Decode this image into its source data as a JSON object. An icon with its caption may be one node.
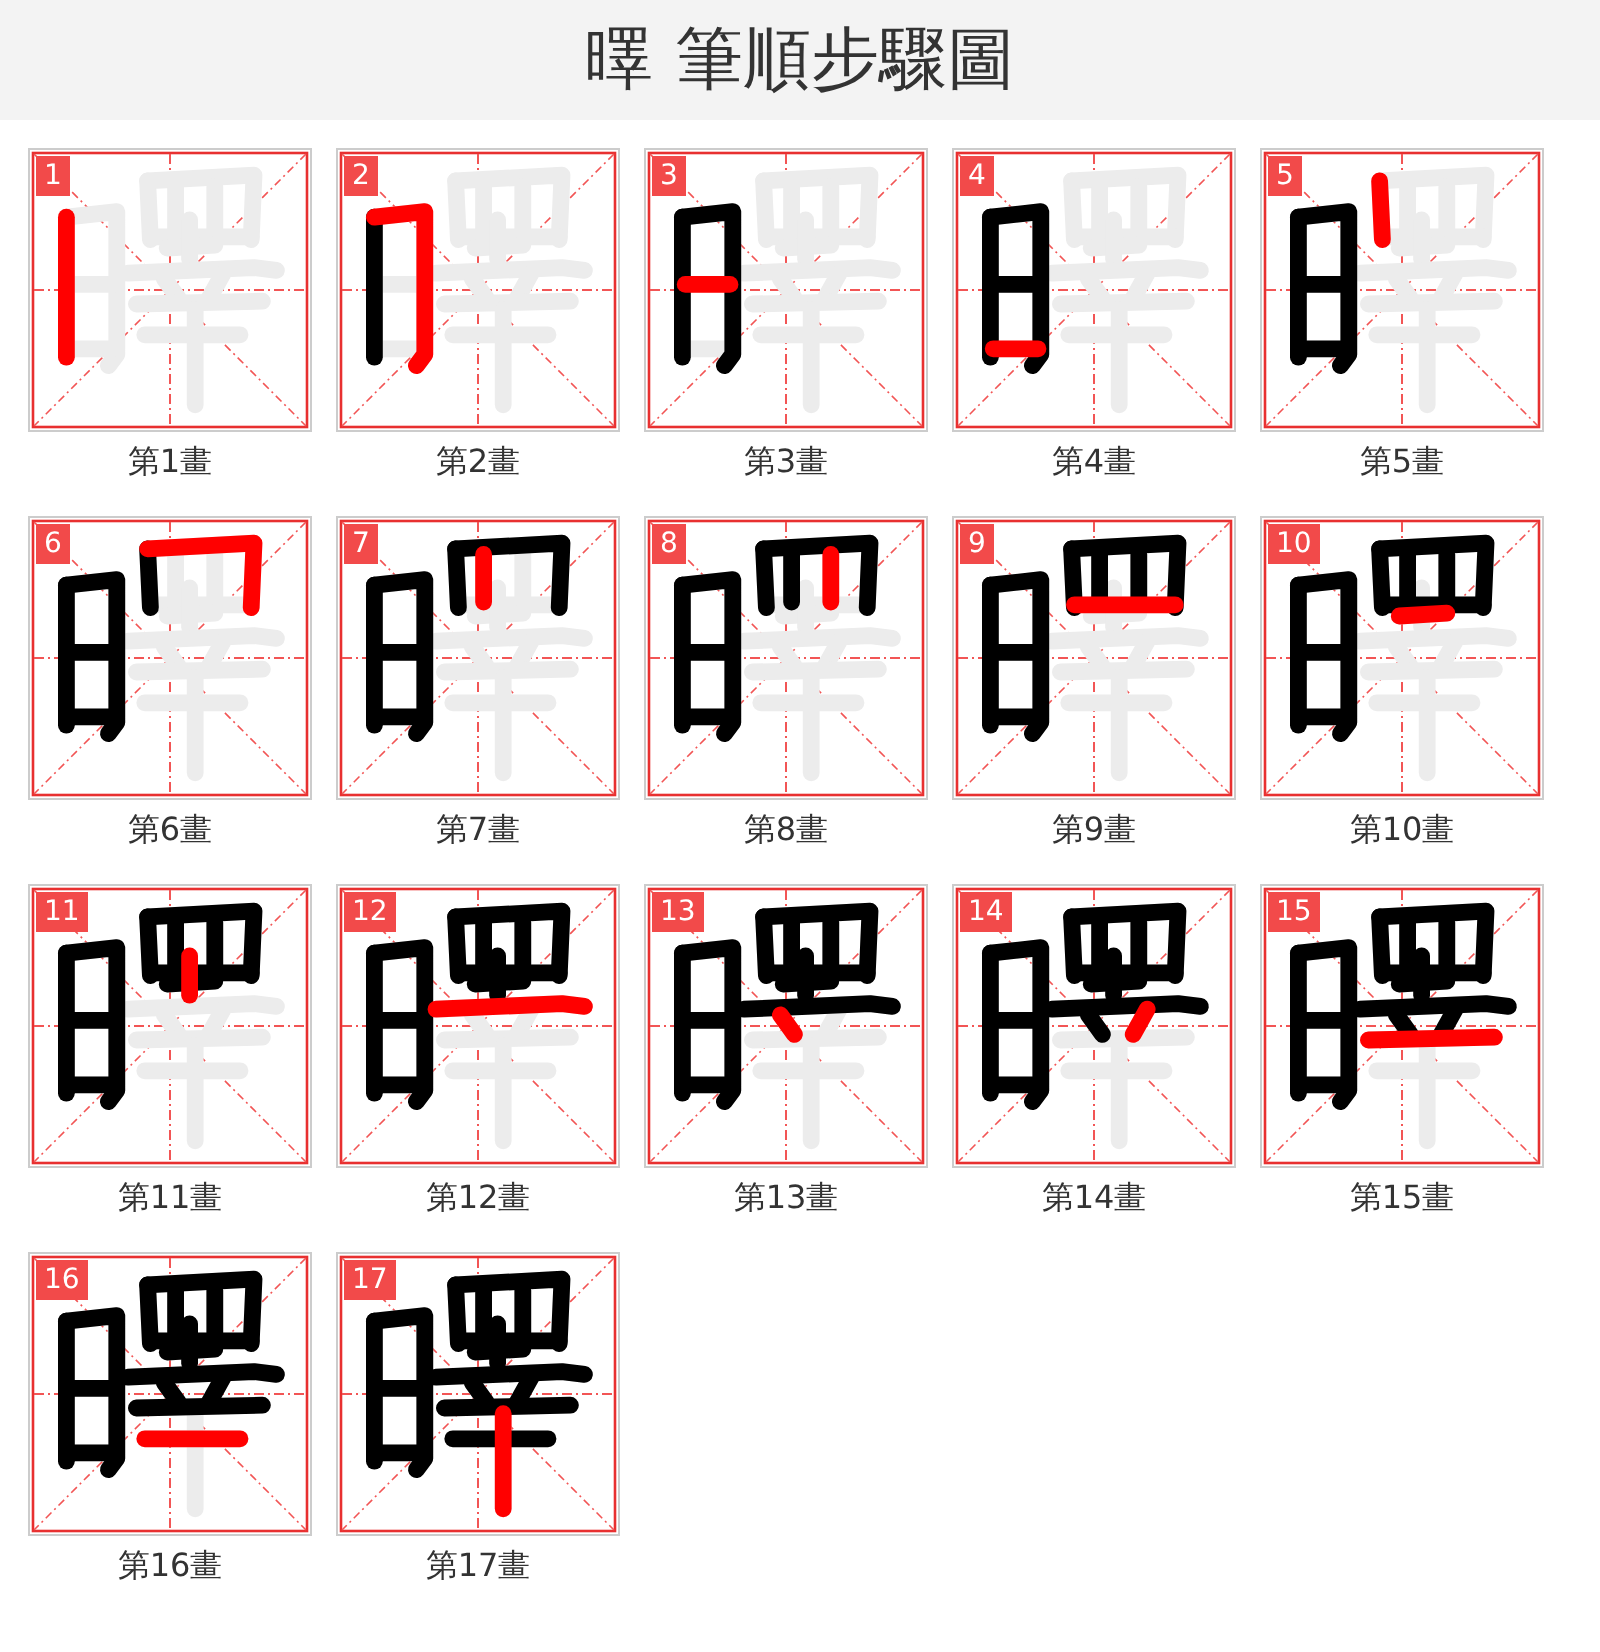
{
  "diagram": {
    "title": "曎 筆順步驟圖",
    "nodes": [
      {
        "text": [
          "1"
        ],
        "beside": [
          "第1畫"
        ]
      },
      {
        "text": [
          "2"
        ],
        "beside": [
          "第2畫"
        ]
      },
      {
        "text": [
          "3"
        ],
        "beside": [
          "第3畫"
        ]
      },
      {
        "text": [
          "4"
        ],
        "beside": [
          "第4畫"
        ]
      },
      {
        "text": [
          "5"
        ],
        "beside": [
          "第5畫"
        ]
      },
      {
        "text": [
          "6"
        ],
        "beside": [
          "第6畫"
        ]
      },
      {
        "text": [
          "7"
        ],
        "beside": [
          "第7畫"
        ]
      },
      {
        "text": [
          "8"
        ],
        "beside": [
          "第8畫"
        ]
      },
      {
        "text": [
          "9"
        ],
        "beside": [
          "第9畫"
        ]
      },
      {
        "text": [
          "10"
        ],
        "beside": [
          "第10畫"
        ]
      },
      {
        "text": [
          "11"
        ],
        "beside": [
          "第11畫"
        ]
      },
      {
        "text": [
          "12"
        ],
        "beside": [
          "第12畫"
        ]
      },
      {
        "text": [
          "13"
        ],
        "beside": [
          "第13畫"
        ]
      },
      {
        "text": [
          "14"
        ],
        "beside": [
          "第14畫"
        ]
      },
      {
        "text": [
          "15"
        ],
        "beside": [
          "第15畫"
        ]
      },
      {
        "text": [
          "16"
        ],
        "beside": [
          "第16畫"
        ]
      },
      {
        "text": [
          "17"
        ],
        "beside": [
          "第17畫"
        ]
      }
    ]
  }
}
